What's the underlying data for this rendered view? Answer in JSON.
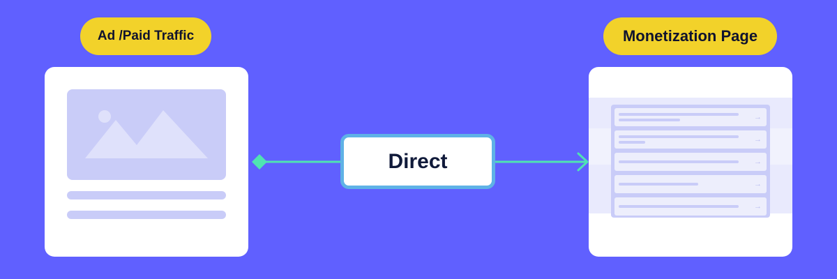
{
  "source": {
    "label": "Ad /Paid Traffic",
    "icon": "image-placeholder-icon"
  },
  "connector": {
    "label": "Direct",
    "start_marker": "diamond",
    "end_marker": "arrowhead"
  },
  "destination": {
    "label": "Monetization Page",
    "list_rows": [
      {
        "icon": "arrow-right-icon"
      },
      {
        "icon": "arrow-right-icon"
      },
      {
        "icon": "arrow-right-icon"
      },
      {
        "icon": "arrow-right-icon"
      },
      {
        "icon": "arrow-right-icon"
      }
    ]
  },
  "colors": {
    "background": "#6060ff",
    "label_pill": "#f2d22a",
    "card": "#ffffff",
    "placeholder": "#c9ccf8",
    "connector_line": "#4fe3b2",
    "direct_border": "#5fb2e6"
  }
}
